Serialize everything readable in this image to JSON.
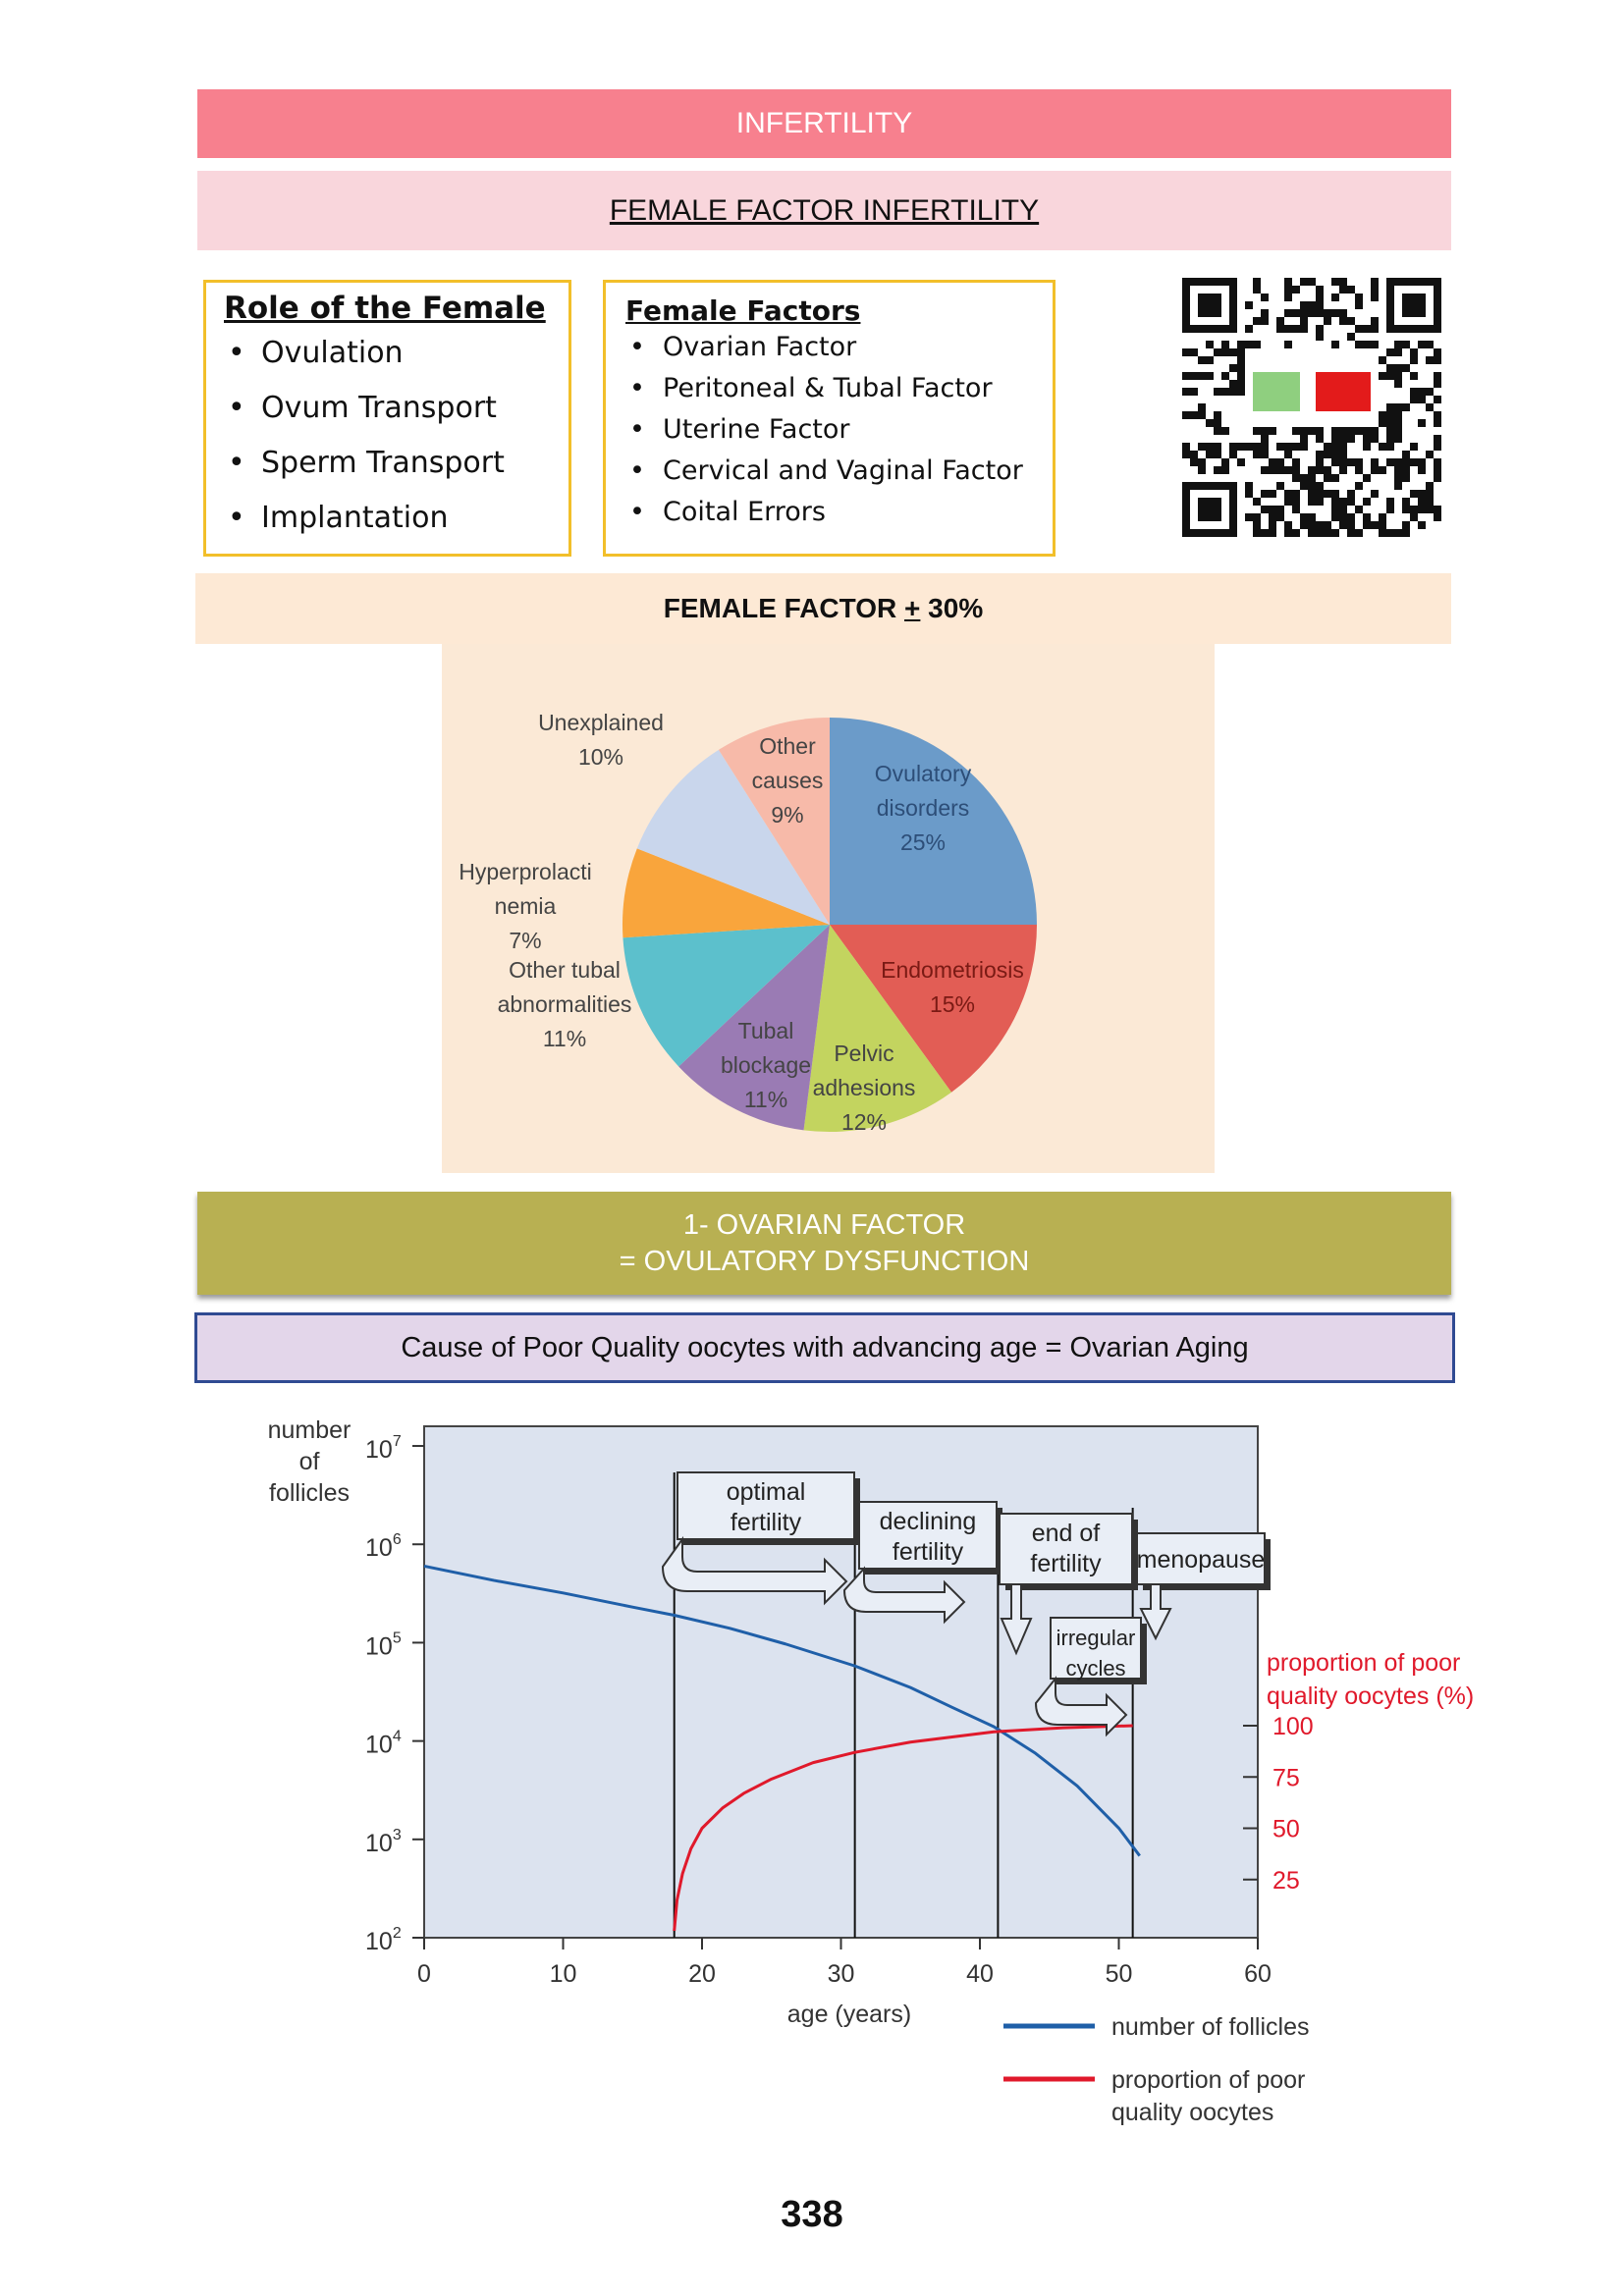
{
  "header": {
    "title": "INFERTILITY",
    "subtitle": "FEMALE FACTOR INFERTILITY"
  },
  "role_box": {
    "title": "Role of the Female",
    "items": [
      "Ovulation",
      "Ovum Transport",
      "Sperm Transport",
      "Implantation"
    ]
  },
  "factors_box": {
    "title": "Female Factors",
    "items": [
      "Ovarian Factor",
      "Peritoneal & Tubal Factor",
      "Uterine Factor",
      "Cervical and Vaginal Factor",
      "Coital Errors"
    ]
  },
  "female_factor_banner": {
    "pre": "FEMALE FACTOR ",
    "sym": "+",
    "post": " 30%"
  },
  "section": {
    "line1": "1- OVARIAN FACTOR",
    "line2": "= OVULATORY DYSFUNCTION"
  },
  "cause_box": "Cause of Poor Quality oocytes with advancing age = Ovarian Aging",
  "page_number": "338",
  "chart_data": [
    {
      "type": "pie",
      "slices": [
        {
          "label": "Ovulatory disorders",
          "lines": [
            "Ovulatory",
            "disorders",
            "25%"
          ],
          "value": 25,
          "color": "#6b9bc9"
        },
        {
          "label": "Endometriosis",
          "lines": [
            "Endometriosis",
            "15%"
          ],
          "value": 15,
          "color": "#e25d55"
        },
        {
          "label": "Pelvic adhesions",
          "lines": [
            "Pelvic",
            "adhesions",
            "12%"
          ],
          "value": 12,
          "color": "#c3d45f"
        },
        {
          "label": "Tubal blockage",
          "lines": [
            "Tubal",
            "blockage",
            "11%"
          ],
          "value": 11,
          "color": "#9a7bb4"
        },
        {
          "label": "Other tubal abnormalities",
          "lines": [
            "Other tubal",
            "abnormalities",
            "11%"
          ],
          "value": 11,
          "color": "#5cc0cc"
        },
        {
          "label": "Hyperprolactinemia",
          "lines": [
            "Hyperprolacti",
            "nemia",
            "7%"
          ],
          "value": 7,
          "color": "#f9a53c"
        },
        {
          "label": "Unexplained",
          "lines": [
            "Unexplained",
            "10%"
          ],
          "value": 10,
          "color": "#c9d6ec"
        },
        {
          "label": "Other causes",
          "lines": [
            "Other",
            "causes",
            "9%"
          ],
          "value": 9,
          "color": "#f7baa9"
        }
      ]
    },
    {
      "type": "line",
      "xlabel": "age (years)",
      "ylabel": [
        "number",
        "of",
        "follicles"
      ],
      "y2label": [
        "proportion of poor",
        "quality oocytes (%)"
      ],
      "xticks": [
        0,
        10,
        20,
        30,
        40,
        50,
        60
      ],
      "yticks_log": [
        2,
        3,
        4,
        5,
        6,
        7
      ],
      "y2ticks": [
        25,
        50,
        75,
        100
      ],
      "xlim": [
        0,
        60
      ],
      "ylim_log": [
        2,
        7.2
      ],
      "series": [
        {
          "name": "number of follicles",
          "color": "#1f5fa8",
          "axis": "left",
          "x": [
            0,
            5,
            10,
            15,
            18,
            22,
            26,
            31,
            35,
            38,
            41,
            44,
            47,
            50,
            51.5
          ],
          "y": [
            600000,
            430000,
            320000,
            230000,
            190000,
            140000,
            97000,
            58000,
            35000,
            22000,
            14000,
            7500,
            3500,
            1300,
            680
          ]
        },
        {
          "name": "proportion of poor quality oocytes",
          "color": "#e0192b",
          "axis": "right",
          "x": [
            18,
            18.2,
            18.6,
            19.2,
            20,
            21.5,
            23,
            25,
            28,
            31,
            35,
            41,
            46,
            51
          ],
          "y": [
            0,
            15,
            28,
            40,
            50,
            60,
            67,
            74,
            82,
            87,
            92,
            97,
            99,
            100
          ]
        }
      ],
      "annotations": [
        "optimal fertility",
        "declining fertility",
        "end of fertility",
        "menopause",
        "irregular cycles"
      ],
      "phase_boundaries": [
        18,
        31,
        41.3,
        51
      ]
    }
  ]
}
